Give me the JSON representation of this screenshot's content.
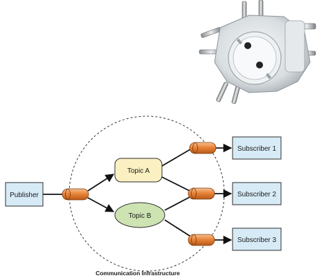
{
  "diagram": {
    "publisher": {
      "label": "Publisher"
    },
    "topics": [
      {
        "label": "Topic A",
        "color": "#fbf0c2"
      },
      {
        "label": "Topic B",
        "color": "#cde3b2"
      }
    ],
    "subscribers": [
      {
        "label": "Subscriber 1"
      },
      {
        "label": "Subscriber 2"
      },
      {
        "label": "Subscriber 3"
      }
    ],
    "caption": "Communication Infrastructure",
    "colors": {
      "box_fill": "#d7ebf7",
      "pipe": "#e8843a",
      "ring": "#333333"
    }
  },
  "illustration": {
    "icon": "power-adapter-icon"
  }
}
